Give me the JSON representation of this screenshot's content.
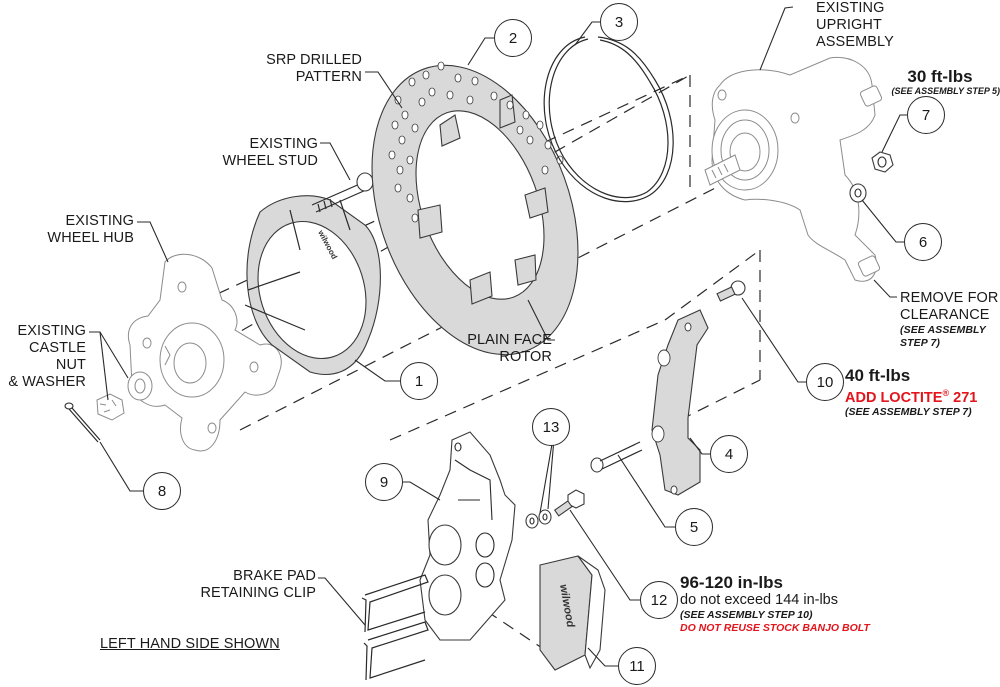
{
  "diagram": {
    "type": "exploded-assembly",
    "orientation_note": "LEFT HAND SIDE SHOWN",
    "labels": {
      "upright": [
        "EXISTING",
        "UPRIGHT",
        "ASSEMBLY"
      ],
      "srp": [
        "SRP DRILLED",
        "PATTERN"
      ],
      "wheel_stud": [
        "EXISTING",
        "WHEEL STUD"
      ],
      "wheel_hub": [
        "EXISTING",
        "WHEEL HUB"
      ],
      "castle_nut": [
        "EXISTING",
        "CASTLE NUT",
        "& WASHER"
      ],
      "plain_face": [
        "PLAIN FACE",
        "ROTOR"
      ],
      "remove": [
        "REMOVE FOR",
        "CLEARANCE"
      ],
      "remove_note": [
        "(SEE ASSEMBLY",
        "STEP 7)"
      ],
      "brake_clip": [
        "BRAKE PAD",
        "RETAINING CLIP"
      ]
    },
    "torque_specs": {
      "item7": {
        "value": "30 ft-lbs",
        "note": "(SEE ASSEMBLY STEP 5)"
      },
      "item10": {
        "value": "40 ft-lbs",
        "warning": "ADD LOCTITE",
        "reg": "®",
        "warning_suffix": " 271",
        "note": "(SEE ASSEMBLY STEP 7)"
      },
      "item12": {
        "value": "96-120 in-lbs",
        "limit": "do not exceed 144 in-lbs",
        "note": "(SEE ASSEMBLY STEP 10)",
        "warning": "DO NOT REUSE STOCK BANJO BOLT"
      }
    },
    "callouts": [
      "1",
      "2",
      "3",
      "4",
      "5",
      "6",
      "7",
      "8",
      "9",
      "10",
      "11",
      "12",
      "13"
    ],
    "brand_mark": "wilwood",
    "colors": {
      "line": "#2a2a2a",
      "part_fill": "#d9d9d9",
      "warning": "#e3141b",
      "ghost": "#9a9a9a"
    }
  }
}
